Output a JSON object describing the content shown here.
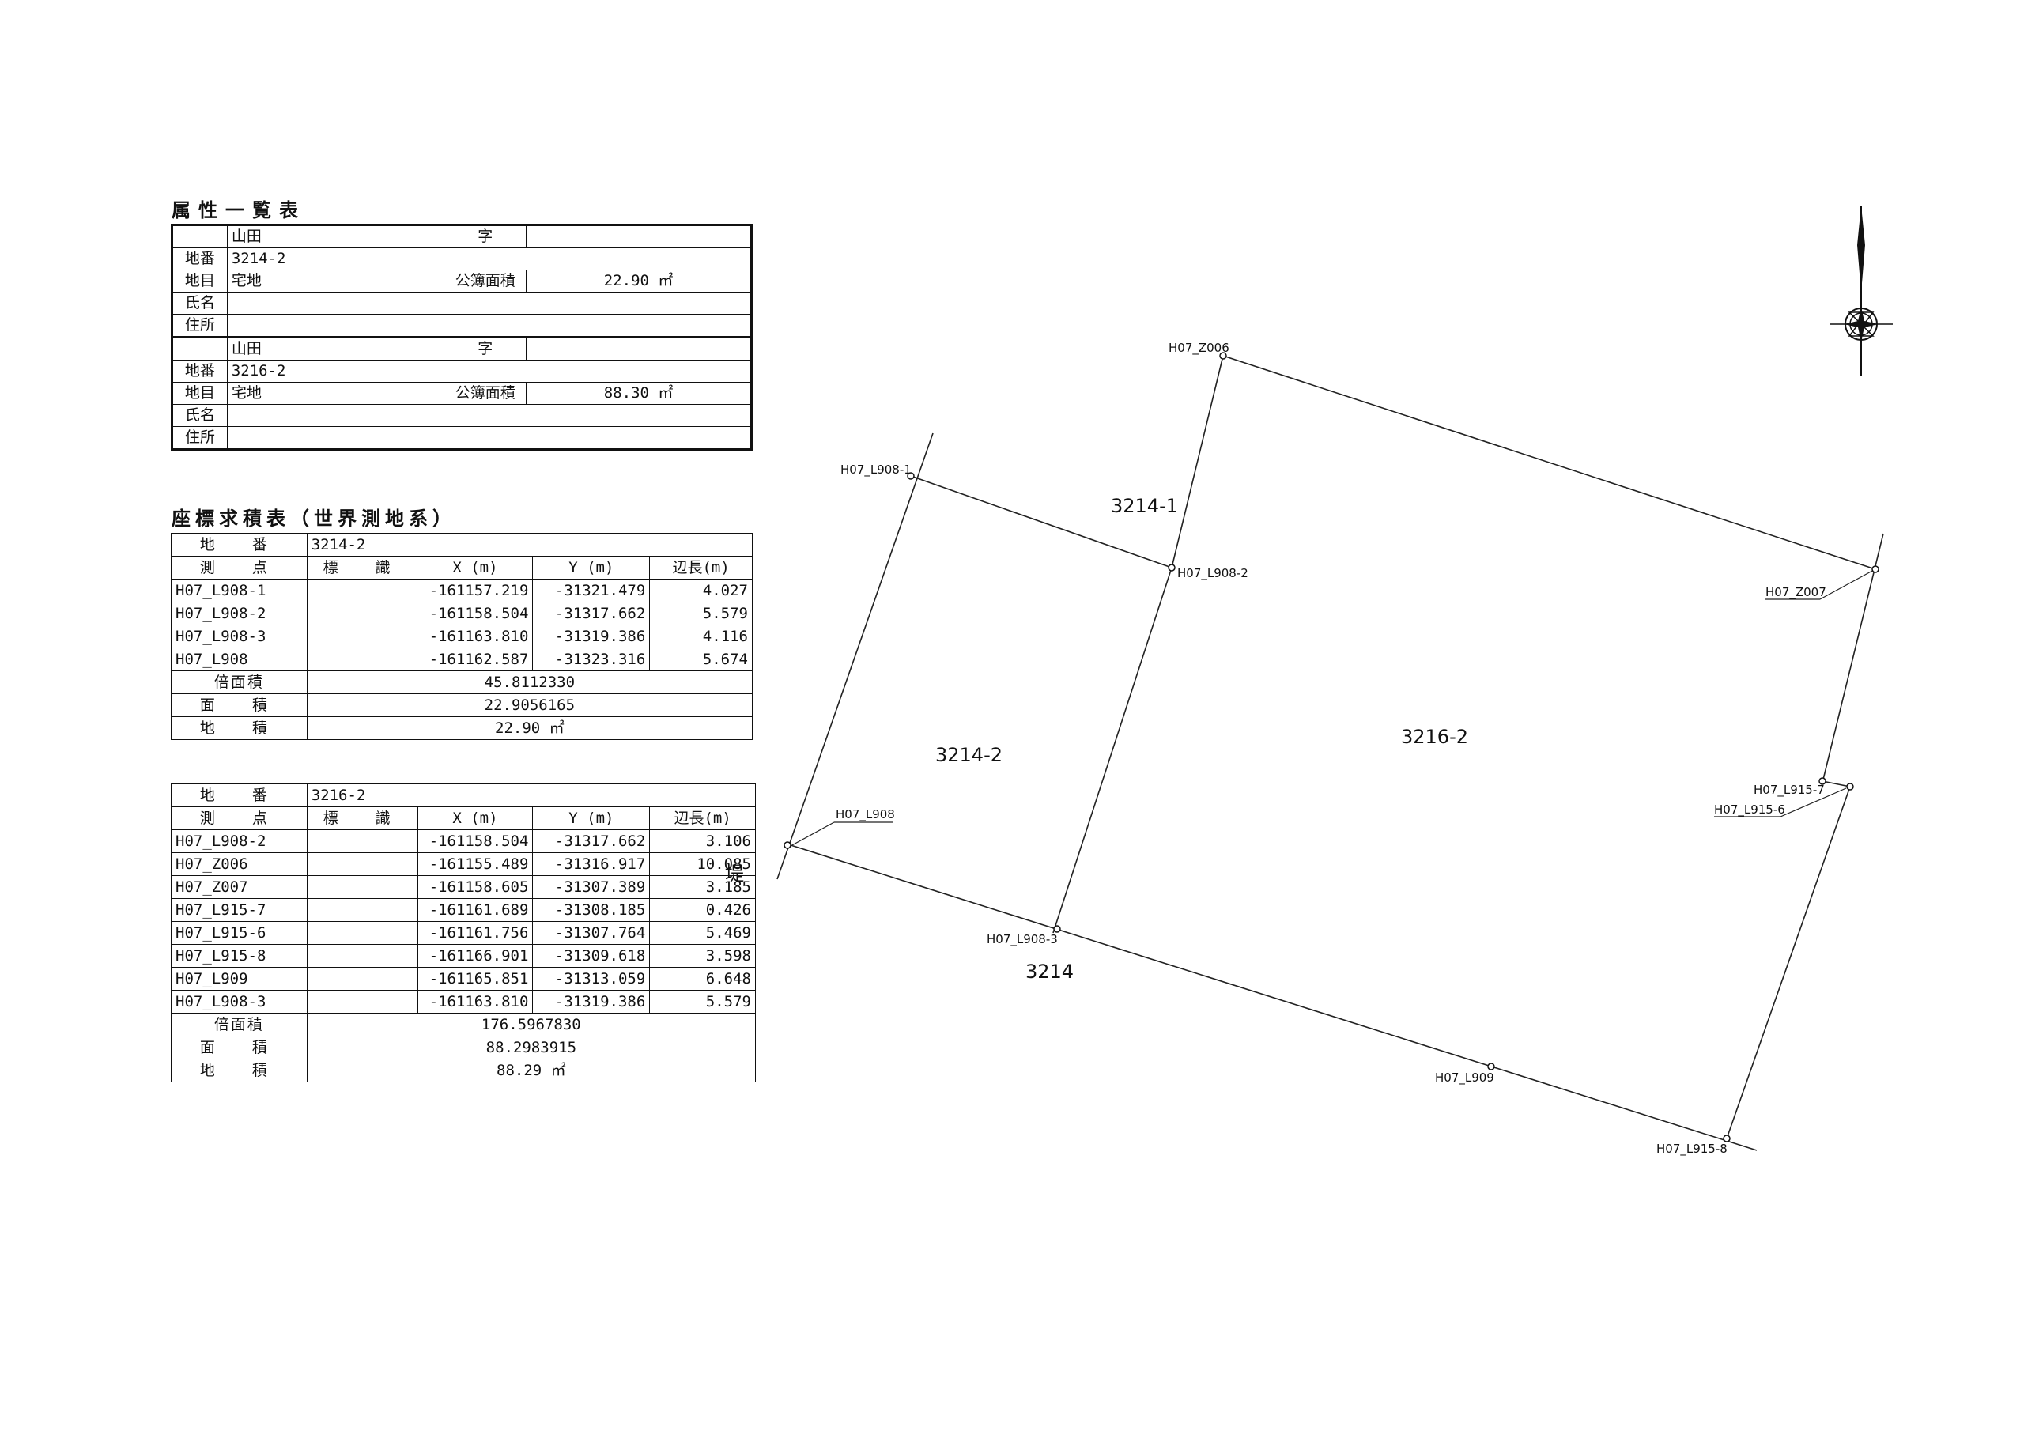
{
  "attribute_table": {
    "title": "属性一覧表",
    "parcels": [
      {
        "owner_area_name": "山田",
        "aza_label": "字",
        "aza_value": "",
        "chiban_label": "地番",
        "chiban": "3214-2",
        "chimoku_label": "地目",
        "chimoku": "宅地",
        "koubo_label": "公簿面積",
        "koubo_value": "22.90 ㎡",
        "name_label": "氏名",
        "name_value": "",
        "address_label": "住所",
        "address_value": ""
      },
      {
        "owner_area_name": "山田",
        "aza_label": "字",
        "aza_value": "",
        "chiban_label": "地番",
        "chiban": "3216-2",
        "chimoku_label": "地目",
        "chimoku": "宅地",
        "koubo_label": "公簿面積",
        "koubo_value": "88.30 ㎡",
        "name_label": "氏名",
        "name_value": "",
        "address_label": "住所",
        "address_value": ""
      }
    ]
  },
  "coord_tables": {
    "title": "座標求積表（世界測地系）",
    "headers": {
      "chiban": "地　番",
      "point": "測　点",
      "marker": "標　識",
      "x": "X (m)",
      "y": "Y (m)",
      "side": "辺長(m)",
      "double_area": "倍面積",
      "area": "面　積",
      "chiseki": "地　積"
    },
    "tables": [
      {
        "chiban": "3214-2",
        "rows": [
          {
            "point": "H07_L908-1",
            "marker": "",
            "x": "-161157.219",
            "y": "-31321.479",
            "side": "4.027"
          },
          {
            "point": "H07_L908-2",
            "marker": "",
            "x": "-161158.504",
            "y": "-31317.662",
            "side": "5.579"
          },
          {
            "point": "H07_L908-3",
            "marker": "",
            "x": "-161163.810",
            "y": "-31319.386",
            "side": "4.116"
          },
          {
            "point": "H07_L908",
            "marker": "",
            "x": "-161162.587",
            "y": "-31323.316",
            "side": "5.674"
          }
        ],
        "double_area": "45.8112330",
        "area": "22.9056165",
        "chiseki": "22.90 ㎡"
      },
      {
        "chiban": "3216-2",
        "rows": [
          {
            "point": "H07_L908-2",
            "marker": "",
            "x": "-161158.504",
            "y": "-31317.662",
            "side": "3.106"
          },
          {
            "point": "H07_Z006",
            "marker": "",
            "x": "-161155.489",
            "y": "-31316.917",
            "side": "10.085"
          },
          {
            "point": "H07_Z007",
            "marker": "",
            "x": "-161158.605",
            "y": "-31307.389",
            "side": "3.185"
          },
          {
            "point": "H07_L915-7",
            "marker": "",
            "x": "-161161.689",
            "y": "-31308.185",
            "side": "0.426"
          },
          {
            "point": "H07_L915-6",
            "marker": "",
            "x": "-161161.756",
            "y": "-31307.764",
            "side": "5.469"
          },
          {
            "point": "H07_L915-8",
            "marker": "",
            "x": "-161166.901",
            "y": "-31309.618",
            "side": "3.598"
          },
          {
            "point": "H07_L909",
            "marker": "",
            "x": "-161165.851",
            "y": "-31313.059",
            "side": "6.648"
          },
          {
            "point": "H07_L908-3",
            "marker": "",
            "x": "-161163.810",
            "y": "-31319.386",
            "side": "5.579"
          }
        ],
        "double_area": "176.5967830",
        "area": "88.2983915",
        "chiseki": "88.29 ㎡"
      }
    ]
  },
  "map": {
    "parcel_labels": [
      "3214-1",
      "3214-2",
      "3216-2",
      "3214",
      "堤"
    ],
    "point_labels": {
      "z006": "H07_Z006",
      "l908_1": "H07_L908-1",
      "l908_2": "H07_L908-2",
      "z007": "H07_Z007",
      "l908": "H07_L908",
      "l915_7": "H07_L915-7",
      "l915_6": "H07_L915-6",
      "l908_3": "H07_L908-3",
      "l909": "H07_L909",
      "l915_8": "H07_L915-8"
    },
    "north_arrow": "compass-rose-icon"
  }
}
